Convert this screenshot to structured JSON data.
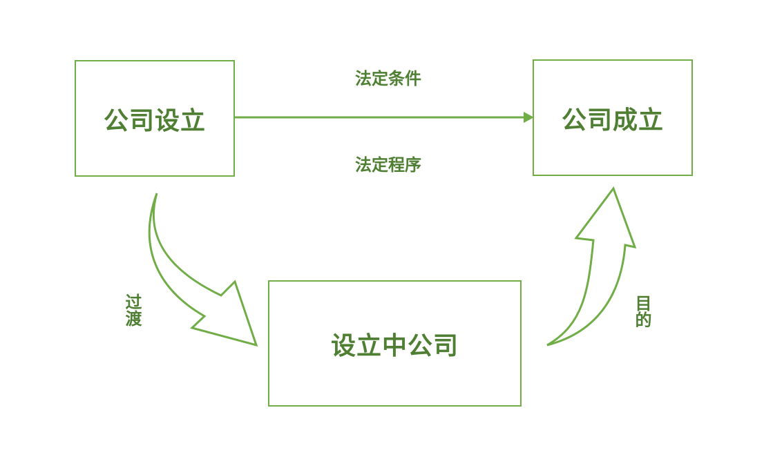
{
  "nodes": {
    "establishing": "公司设立",
    "established": "公司成立",
    "in_formation": "设立中公司"
  },
  "edges": {
    "top_above": "法定条件",
    "top_below": "法定程序",
    "left": "过渡",
    "right": "目的"
  },
  "colors": {
    "stroke": "#70ad47",
    "text": "#4f7f33"
  }
}
